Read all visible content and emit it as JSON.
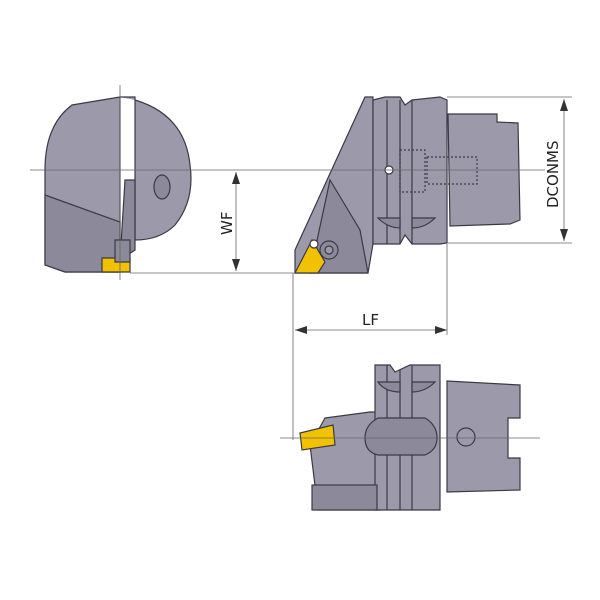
{
  "dimensions": {
    "wf": "WF",
    "lf": "LF",
    "dconms": "DCONMS"
  },
  "colors": {
    "body": "#9c9aaa",
    "body_dark": "#8c8a9a",
    "outline": "#3a3a44",
    "insert": "#f2c200",
    "dim_line": "#555555"
  }
}
